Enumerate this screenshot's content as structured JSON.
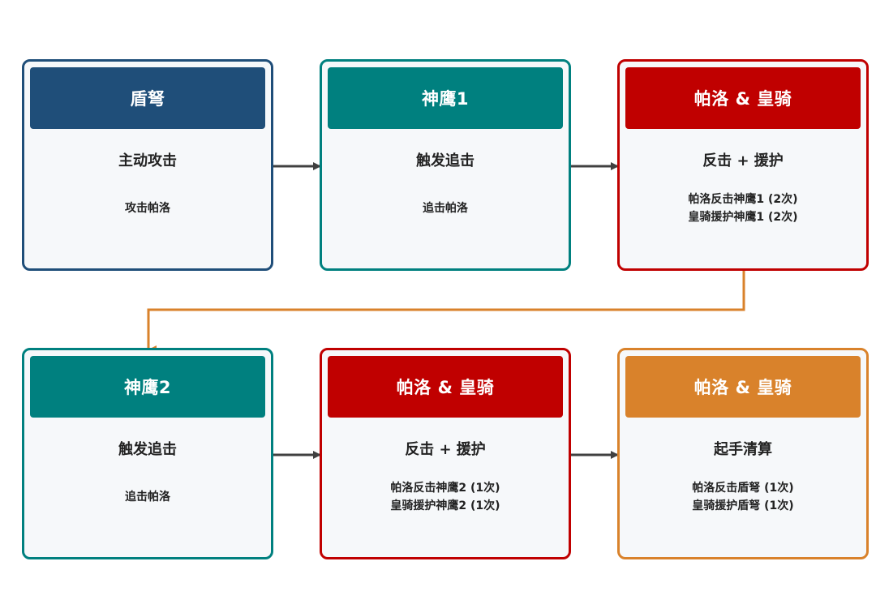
{
  "colors": {
    "blue": "#1f4e79",
    "teal": "#00807f",
    "red": "#c00000",
    "orange": "#d9822b",
    "arrow_dark": "#404040",
    "arrow_orange": "#d9822b",
    "panel_bg": "#f6f8fa"
  },
  "nodes": [
    {
      "title": "盾弩",
      "action": "主动攻击",
      "details": [
        "攻击帕洛"
      ],
      "color": "blue"
    },
    {
      "title": "神鹰1",
      "action": "触发追击",
      "details": [
        "追击帕洛"
      ],
      "color": "teal"
    },
    {
      "title": "帕洛 & 皇骑",
      "action": "反击 + 援护",
      "details": [
        "帕洛反击神鹰1 (2次)",
        "皇骑援护神鹰1 (2次)"
      ],
      "color": "red"
    },
    {
      "title": "神鹰2",
      "action": "触发追击",
      "details": [
        "追击帕洛"
      ],
      "color": "teal"
    },
    {
      "title": "帕洛 & 皇骑",
      "action": "反击 + 援护",
      "details": [
        "帕洛反击神鹰2 (1次)",
        "皇骑援护神鹰2 (1次)"
      ],
      "color": "red"
    },
    {
      "title": "帕洛 & 皇骑",
      "action": "起手清算",
      "details": [
        "帕洛反击盾弩 (1次)",
        "皇骑援护盾弩 (1次)"
      ],
      "color": "orange"
    }
  ]
}
